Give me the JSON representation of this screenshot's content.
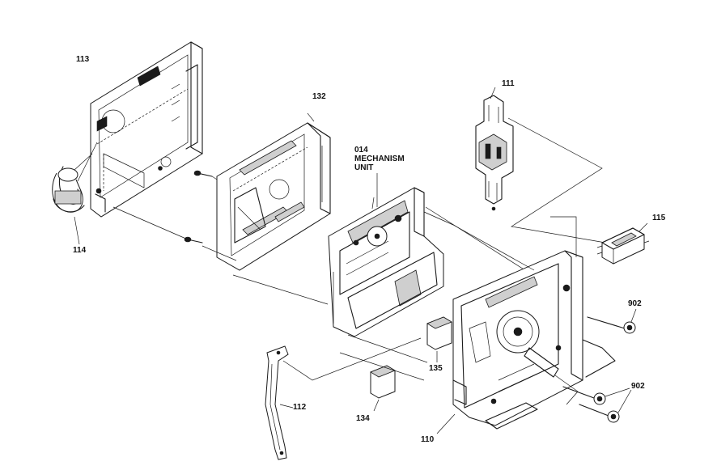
{
  "callouts": {
    "p113": "113",
    "p114": "114",
    "p132": "132",
    "p014": "014\nMECHANISM\nUNIT",
    "p111": "111",
    "p115": "115",
    "p902a": "902",
    "p902b": "902",
    "p135": "135",
    "p112": "112",
    "p134": "134",
    "p110": "110"
  }
}
